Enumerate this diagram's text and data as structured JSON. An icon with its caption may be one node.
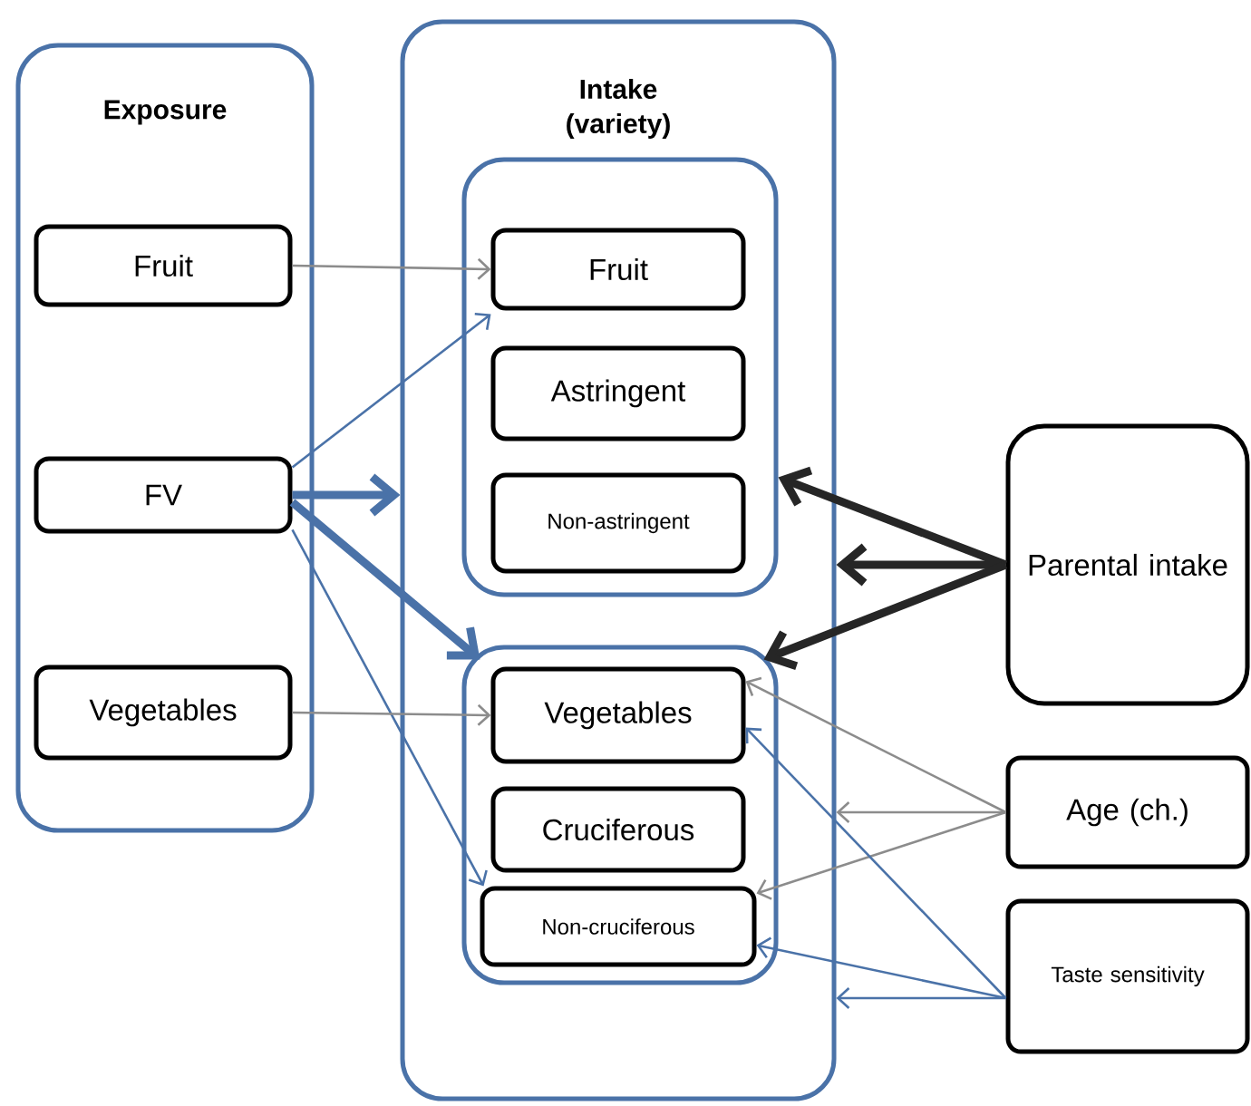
{
  "diagram": {
    "nodes": [
      {
        "text": [
          "Exposure"
        ]
      },
      {
        "text": [
          "Fruit"
        ],
        "in": 0
      },
      {
        "text": [
          "FV"
        ],
        "in": 0
      },
      {
        "text": [
          "Vegetables"
        ],
        "in": 0
      },
      {
        "text": [
          "Intake (variety)"
        ]
      },
      {
        "text": [],
        "shape": "box",
        "in": 4
      },
      {
        "text": [
          "Fruit"
        ],
        "in": 5
      },
      {
        "text": [
          "Astringent"
        ],
        "in": 5
      },
      {
        "text": [
          "Non-astringent"
        ],
        "in": 5
      },
      {
        "text": [],
        "shape": "box",
        "in": 4
      },
      {
        "text": [
          "Vegetables"
        ],
        "in": 9
      },
      {
        "text": [
          "Cruciferous"
        ],
        "in": 9
      },
      {
        "text": [
          "Non-cruciferous"
        ],
        "in": 9
      },
      {
        "text": [
          "Parental intake"
        ]
      },
      {
        "text": [
          "Age (ch.)"
        ]
      },
      {
        "text": [
          "Taste sensitivity"
        ]
      }
    ],
    "edges": [
      {
        "from": 1,
        "to": 6,
        "arrow": "to",
        "color": "#8c8c8c"
      },
      {
        "from": 2,
        "to": 6,
        "arrow": "to"
      },
      {
        "from": 2,
        "to": 4,
        "arrow": "to",
        "style": "thick"
      },
      {
        "from": 2,
        "to": 9,
        "arrow": "to",
        "style": "thick"
      },
      {
        "from": 2,
        "to": 12,
        "arrow": "to"
      },
      {
        "from": 3,
        "to": 10,
        "arrow": "to",
        "color": "#8c8c8c"
      },
      {
        "from": 13,
        "to": 5,
        "arrow": "to",
        "style": "thick",
        "color": "#262626"
      },
      {
        "from": 13,
        "to": 4,
        "arrow": "to",
        "style": "thick",
        "color": "#262626"
      },
      {
        "from": 13,
        "to": 9,
        "arrow": "to",
        "style": "thick",
        "color": "#262626"
      },
      {
        "from": 14,
        "to": 10,
        "arrow": "to",
        "color": "#8c8c8c"
      },
      {
        "from": 14,
        "to": 4,
        "arrow": "to",
        "color": "#8c8c8c"
      },
      {
        "from": 14,
        "to": 12,
        "arrow": "to",
        "color": "#8c8c8c"
      },
      {
        "from": 15,
        "to": 10,
        "arrow": "to"
      },
      {
        "from": 15,
        "to": 4,
        "arrow": "to"
      },
      {
        "from": 15,
        "to": 12,
        "arrow": "to"
      }
    ]
  }
}
